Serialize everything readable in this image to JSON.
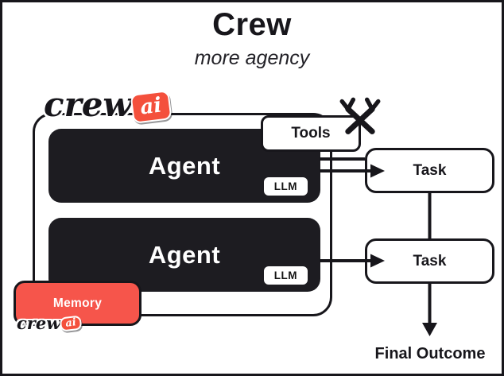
{
  "colors": {
    "ink": "#17161b",
    "agent_bg": "#1d1c21",
    "memory_bg": "#f6554b",
    "badge_bg": "#f4503c"
  },
  "header": {
    "title": "Crew",
    "subtitle": "more agency"
  },
  "brand": {
    "script": "crew",
    "badge": "ai"
  },
  "crew_container": {
    "tools": {
      "label": "Tools",
      "icon": "crossed-tools-icon"
    },
    "agents": [
      {
        "label": "Agent",
        "llm": "LLM"
      },
      {
        "label": "Agent",
        "llm": "LLM"
      }
    ],
    "memory": {
      "label": "Memory"
    }
  },
  "tasks": [
    {
      "label": "Task"
    },
    {
      "label": "Task"
    }
  ],
  "final_outcome": "Final Outcome"
}
